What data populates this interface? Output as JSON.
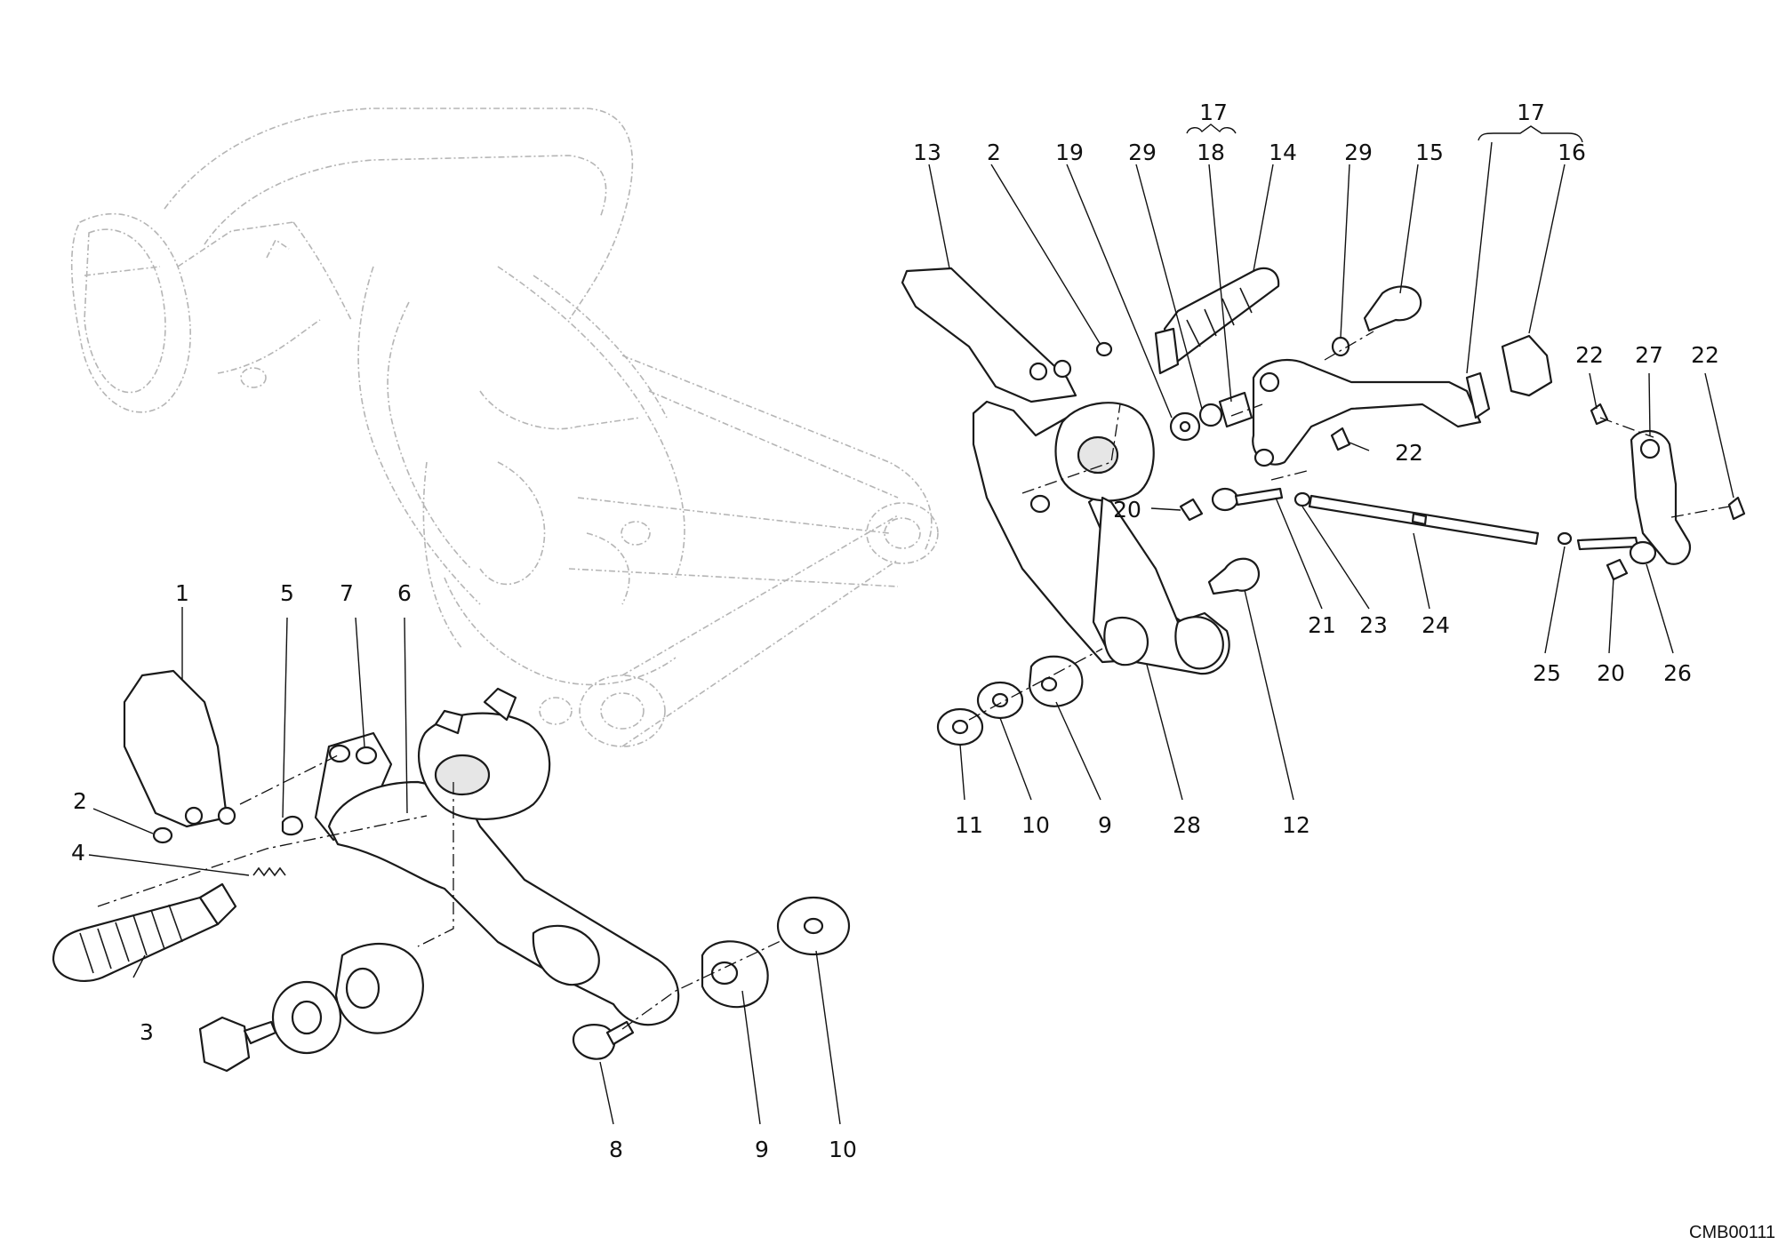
{
  "drawing_code": "CMB00111",
  "labels": {
    "l_1": "1",
    "l_2a": "2",
    "l_3": "3",
    "l_4": "4",
    "l_5": "5",
    "l_6": "6",
    "l_7": "7",
    "l_8": "8",
    "l_9a": "9",
    "l_10a": "10",
    "l_13": "13",
    "l_2b": "2",
    "l_19": "19",
    "l_29a": "29",
    "l_17a": "17",
    "l_18": "18",
    "l_14": "14",
    "l_29b": "29",
    "l_15": "15",
    "l_17b": "17",
    "l_16": "16",
    "l_22a": "22",
    "l_27": "27",
    "l_22b": "22",
    "l_22c": "22",
    "l_20a": "20",
    "l_21": "21",
    "l_23": "23",
    "l_24": "24",
    "l_25": "25",
    "l_20b": "20",
    "l_26": "26",
    "l_11": "11",
    "l_10b": "10",
    "l_9b": "9",
    "l_28": "28",
    "l_12": "12"
  }
}
